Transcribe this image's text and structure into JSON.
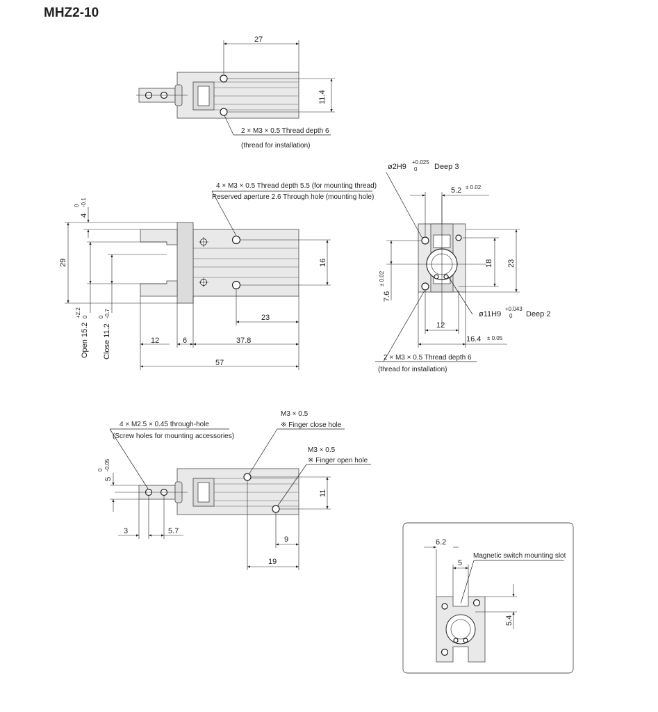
{
  "title": "MHZ2-10",
  "top_view": {
    "dim_length": "27",
    "dim_height": "11.4",
    "callout_line1": "2 × M3 × 0.5 Thread depth 6",
    "callout_line2": "(thread for installation)"
  },
  "side_view": {
    "callout_line1": "4 × M3 × 0.5 Thread depth 5.5 (for mounting thread)",
    "callout_line2": "Reserved aperture 2.6 Through hole  (mounting hole)",
    "dim_4": "4",
    "dim_4_tol_upper": "0",
    "dim_4_tol_lower": "-0.1",
    "dim_29": "29",
    "dim_16": "16",
    "dim_23": "23",
    "dim_12": "12",
    "dim_6": "6",
    "dim_37_8": "37.8",
    "dim_57": "57",
    "open_label": "Open 15.2",
    "open_tol_upper": "+2.2",
    "open_tol_lower": "0",
    "close_label": "Close 11.2",
    "close_tol_upper": "0",
    "close_tol_lower": "-0.7"
  },
  "end_view": {
    "bore_label": "ø2H9",
    "bore_tol_upper": "+0.025",
    "bore_tol_lower": "0",
    "bore_deep": "Deep 3",
    "dim_5_2": "5.2",
    "dim_5_2_tol": "± 0.02",
    "dim_18": "18",
    "dim_23": "23",
    "dim_7_6": "7.6",
    "dim_7_6_tol": "± 0.02",
    "counterbore_label": "ø11H9",
    "counterbore_tol_upper": "+0.043",
    "counterbore_tol_lower": "0",
    "counterbore_deep": "Deep 2",
    "dim_12": "12",
    "dim_16_4": "16.4",
    "dim_16_4_tol": "± 0.05",
    "callout_line1": "2 × M3 × 0.5 Thread depth 6",
    "callout_line2": "(thread for installation)"
  },
  "bottom_view": {
    "screw_label1": "4 × M2.5 × 0.45 through-hole",
    "screw_label2": "(Screw holes for mounting accessories)",
    "close_port_size": "M3 × 0.5",
    "close_port_label": "※ Finger close hole",
    "open_port_size": "M3 × 0.5",
    "open_port_label": "※ Finger open hole",
    "dim_5": "5",
    "dim_5_tol_upper": "0",
    "dim_5_tol_lower": "-0.05",
    "dim_11": "11",
    "dim_3": "3",
    "dim_5_7": "5.7",
    "dim_9": "9",
    "dim_19": "19"
  },
  "detail_view": {
    "dim_6_2": "6.2",
    "dim_5": "5",
    "slot_label": "Magnetic switch mounting slot",
    "dim_5_4": "5.4"
  }
}
